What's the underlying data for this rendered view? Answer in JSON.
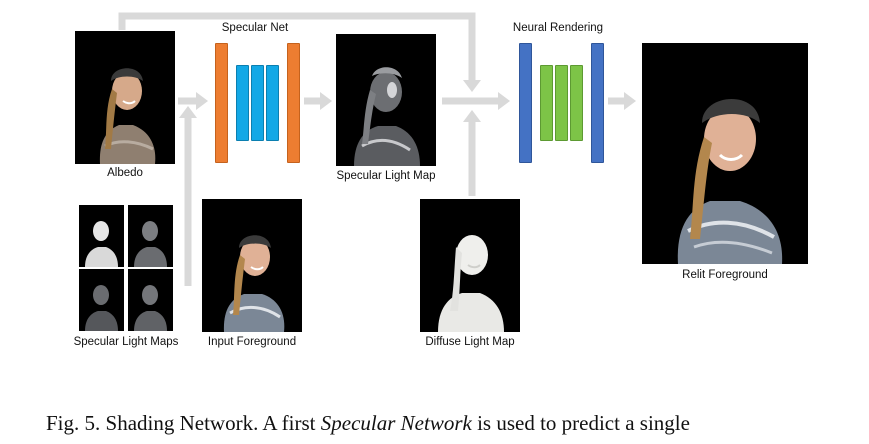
{
  "labels": {
    "albedo": "Albedo",
    "specular_net": "Specular Net",
    "specular_light_map": "Specular Light Map",
    "neural_rendering": "Neural Rendering",
    "relit_foreground": "Relit Foreground",
    "specular_light_maps": "Specular Light Maps",
    "input_foreground": "Input Foreground",
    "diffuse_light_map": "Diffuse Light Map"
  },
  "caption": {
    "prefix": "Fig. 5.  Shading Network. A first ",
    "emphasis": "Specular Network",
    "suffix": " is used to predict a single"
  },
  "colors": {
    "specular_outer": "#ED7D31",
    "specular_inner": "#12A8E6",
    "render_outer": "#4472C4",
    "render_inner": "#7DC447",
    "arrow": "#D9D9D9"
  }
}
